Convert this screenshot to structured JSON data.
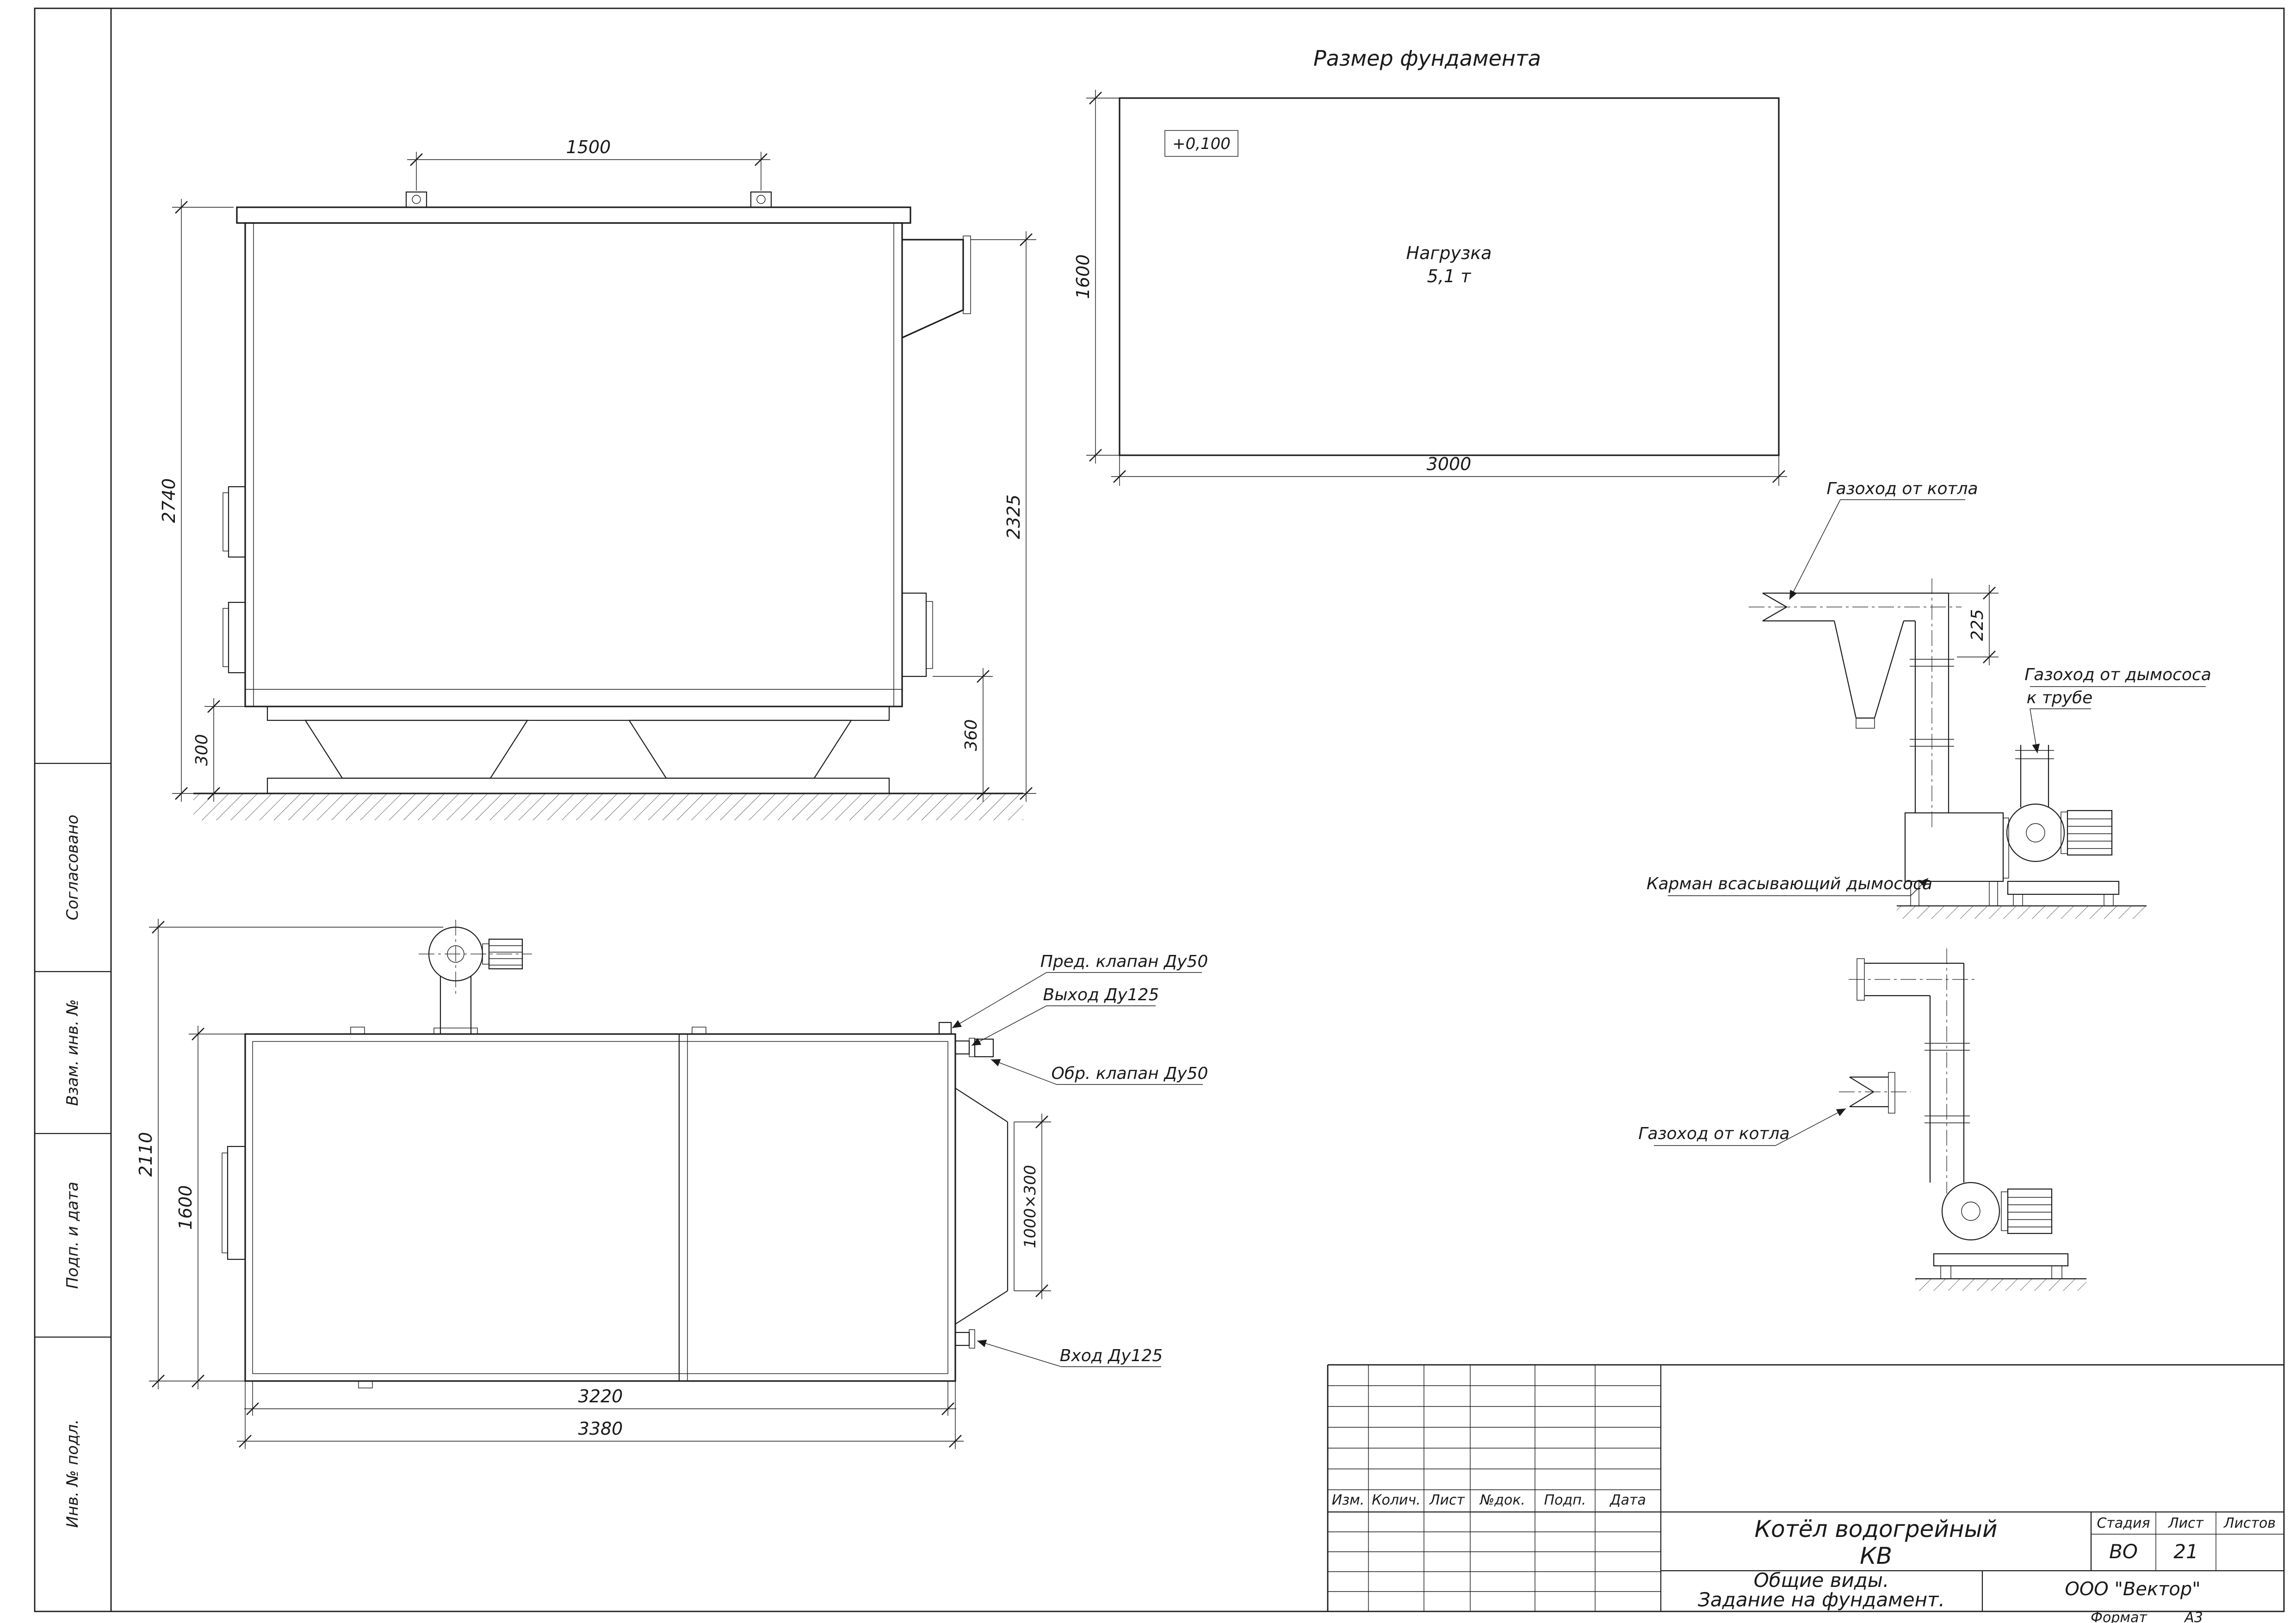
{
  "frame": {
    "format_label": "Формат",
    "format_value": "А3"
  },
  "margin": {
    "approved": "Согласовано",
    "replace_inv": "Взам. инв. №",
    "sign_date": "Подп. и дата",
    "inv_orig": "Инв. № подл."
  },
  "title_block": {
    "col_izm": "Изм.",
    "col_kolich": "Колич.",
    "col_list": "Лист",
    "col_ndok": "№док.",
    "col_podp": "Подп.",
    "col_data": "Дата",
    "product_line1": "Котёл водогрейный",
    "product_line2": "КВ",
    "stage_label": "Стадия",
    "sheet_label": "Лист",
    "sheets_label": "Листов",
    "stage": "ВО",
    "sheet": "21",
    "doc_line1": "Общие виды.",
    "doc_line2": "Задание на фундамент.",
    "company": "ООО \"Вектор\""
  },
  "foundation": {
    "title": "Размер фундамента",
    "elevation": "+0,100",
    "load1": "Нагрузка",
    "load2": "5,1 т",
    "dim_w": "3000",
    "dim_h": "1600"
  },
  "side_view": {
    "dim_lugs": "1500",
    "dim_height": "2740",
    "dim_flue": "2325",
    "dim_base": "300",
    "dim_right": "360"
  },
  "plan_view": {
    "dim_total_w": "2110",
    "dim_body_w": "1600",
    "dim_inner_l": "3220",
    "dim_total_l": "3380",
    "dim_outlet": "1000×300",
    "lbl_safety": "Пред. клапан Ду50",
    "lbl_out": "Выход Ду125",
    "lbl_check": "Обр. клапан Ду50",
    "lbl_in": "Вход Ду125"
  },
  "ducts": {
    "lbl_boiler_top": "Газоход от котла",
    "dim_225": "225",
    "lbl_stack1": "Газоход от дымососа",
    "lbl_stack2": "к трубе",
    "lbl_pocket": "Карман всасывающий дымососа",
    "lbl_boiler_bottom": "Газоход от котла"
  }
}
